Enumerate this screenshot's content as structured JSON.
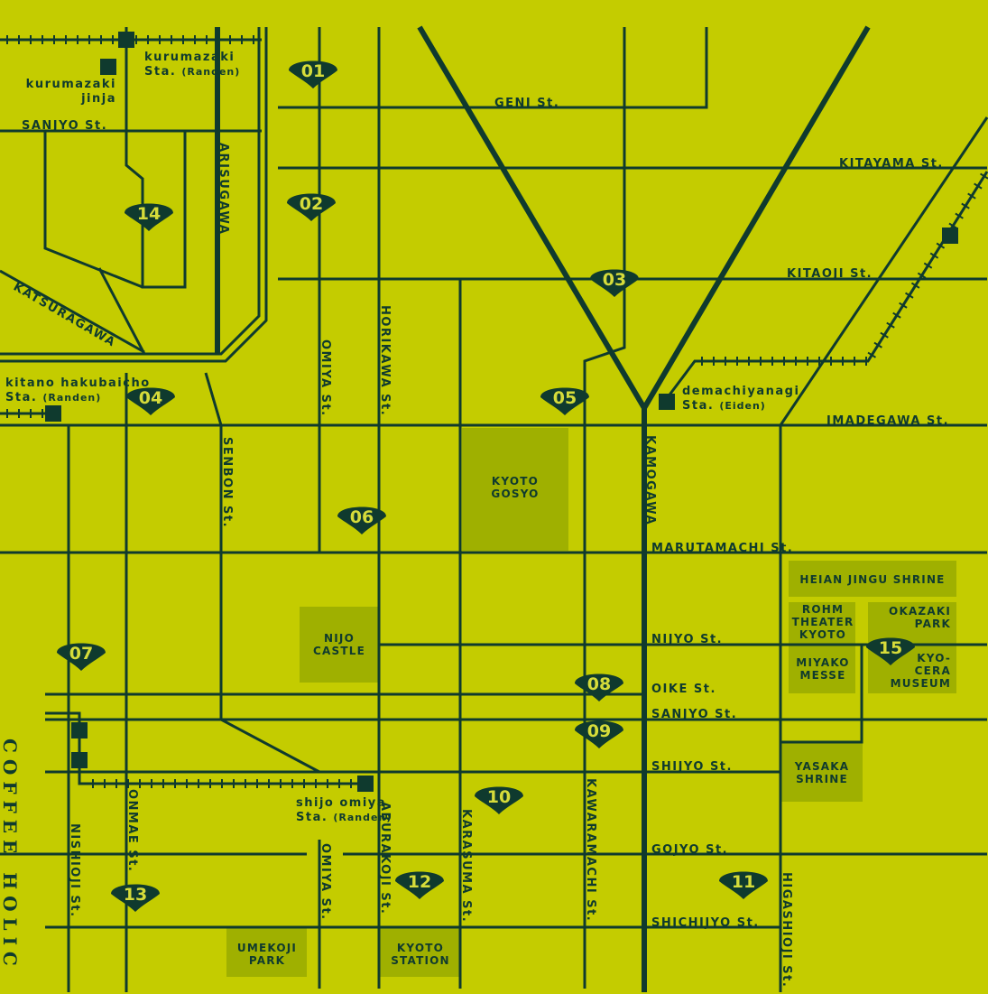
{
  "colors": {
    "background": "#c4cc00",
    "road": "#0f3a2e",
    "block": "#9fb000"
  },
  "brand": "COFFEE HOLIC",
  "streets": {
    "geni": "GENI St.",
    "kitayama": "KITAYAMA St.",
    "kitaoji": "KITAOJI St.",
    "imadegawa": "IMADEGAWA St.",
    "marutamachi": "MARUTAMACHI St.",
    "nijyo": "NIJYO St.",
    "oike": "OIKE St.",
    "sanjyo": "SANJYO St.",
    "sanjyo_nw": "SANJYO St.",
    "shijyo": "SHIJYO St.",
    "gojyo": "GOJYO St.",
    "shichijyo": "SHICHIJYO St.",
    "arisugawa": "ARISUGAWA",
    "katsuragawa": "KATSURAGAWA",
    "omiya": "OMIYA St.",
    "omiya_s": "OMIYA St.",
    "horikawa": "HORIKAWA St.",
    "senbon": "SENBON St.",
    "kamogawa": "KAMOGAWA",
    "nishioji": "NISHIOJI St.",
    "onmae": "ONMAE St.",
    "aburakoji": "ABURAKOJI St.",
    "karasuma": "KARASUMA St.",
    "kawaramachi": "KAWARAMACHI St.",
    "higashioji": "HIGASHIOJI St."
  },
  "stations": [
    {
      "name": "kurumazaki",
      "line1": "Sta.",
      "line": "(Randen)"
    },
    {
      "name": "kitano hakubaicho",
      "line1": "Sta.",
      "line": "(Randen)"
    },
    {
      "name": "demachiyanagi",
      "line1": "Sta.",
      "line": "(Eiden)"
    },
    {
      "name": "shijo omiya",
      "line1": "Sta.",
      "line": "(Randen)"
    }
  ],
  "landmarks": {
    "kurumazaki_jinja": [
      "kurumazaki",
      "jinja"
    ],
    "gosyo": [
      "KYOTO",
      "GOSYO"
    ],
    "nijo": [
      "NIJO",
      "CASTLE"
    ],
    "umekoji": [
      "UMEKOJI",
      "PARK"
    ],
    "station": [
      "KYOTO",
      "STATION"
    ],
    "heian": "HEIAN JINGU SHRINE",
    "rohm": [
      "ROHM",
      "THEATER",
      "KYOTO"
    ],
    "miyako": [
      "MIYAKO",
      "MESSE"
    ],
    "okazaki": [
      "OKAZAKI",
      "PARK"
    ],
    "kyocera": [
      "KYO-",
      "CERA",
      "MUSEUM"
    ],
    "yasaka": [
      "YASAKA",
      "SHRINE"
    ]
  },
  "markers": [
    "01",
    "02",
    "03",
    "04",
    "05",
    "06",
    "07",
    "08",
    "09",
    "10",
    "11",
    "12",
    "13",
    "14",
    "15"
  ]
}
